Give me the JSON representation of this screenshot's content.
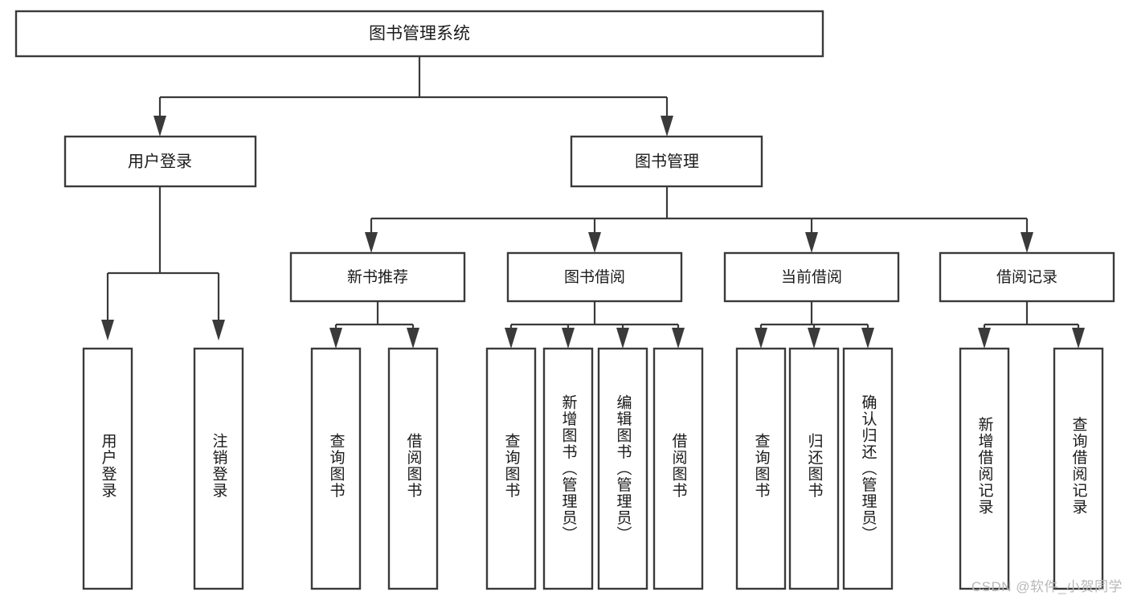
{
  "diagram": {
    "title": "图书管理系统",
    "watermark": "CSDN @软件_小贺同学",
    "colors": {
      "box_stroke": "#3a3a3a",
      "box_fill": "#ffffff",
      "text": "#1a1a1a",
      "connector": "#3a3a3a",
      "watermark": "#b8b8b8",
      "background": "#ffffff"
    },
    "root": {
      "label": "图书管理系统"
    },
    "level2": [
      {
        "label": "用户登录"
      },
      {
        "label": "图书管理"
      }
    ],
    "level3": [
      {
        "label": "新书推荐"
      },
      {
        "label": "图书借阅"
      },
      {
        "label": "当前借阅"
      },
      {
        "label": "借阅记录"
      }
    ],
    "leaves": [
      {
        "label": "用户登录",
        "parent": "用户登录"
      },
      {
        "label": "注销登录",
        "parent": "用户登录"
      },
      {
        "label": "查询图书",
        "parent": "新书推荐"
      },
      {
        "label": "借阅图书",
        "parent": "新书推荐"
      },
      {
        "label": "查询图书",
        "parent": "图书借阅"
      },
      {
        "label": "新增图书（管理员）",
        "parent": "图书借阅"
      },
      {
        "label": "编辑图书（管理员）",
        "parent": "图书借阅"
      },
      {
        "label": "借阅图书",
        "parent": "图书借阅"
      },
      {
        "label": "查询图书",
        "parent": "当前借阅"
      },
      {
        "label": "归还图书",
        "parent": "当前借阅"
      },
      {
        "label": "确认归还（管理员）",
        "parent": "当前借阅"
      },
      {
        "label": "新增借阅记录",
        "parent": "借阅记录"
      },
      {
        "label": "查询借阅记录",
        "parent": "借阅记录"
      }
    ]
  }
}
